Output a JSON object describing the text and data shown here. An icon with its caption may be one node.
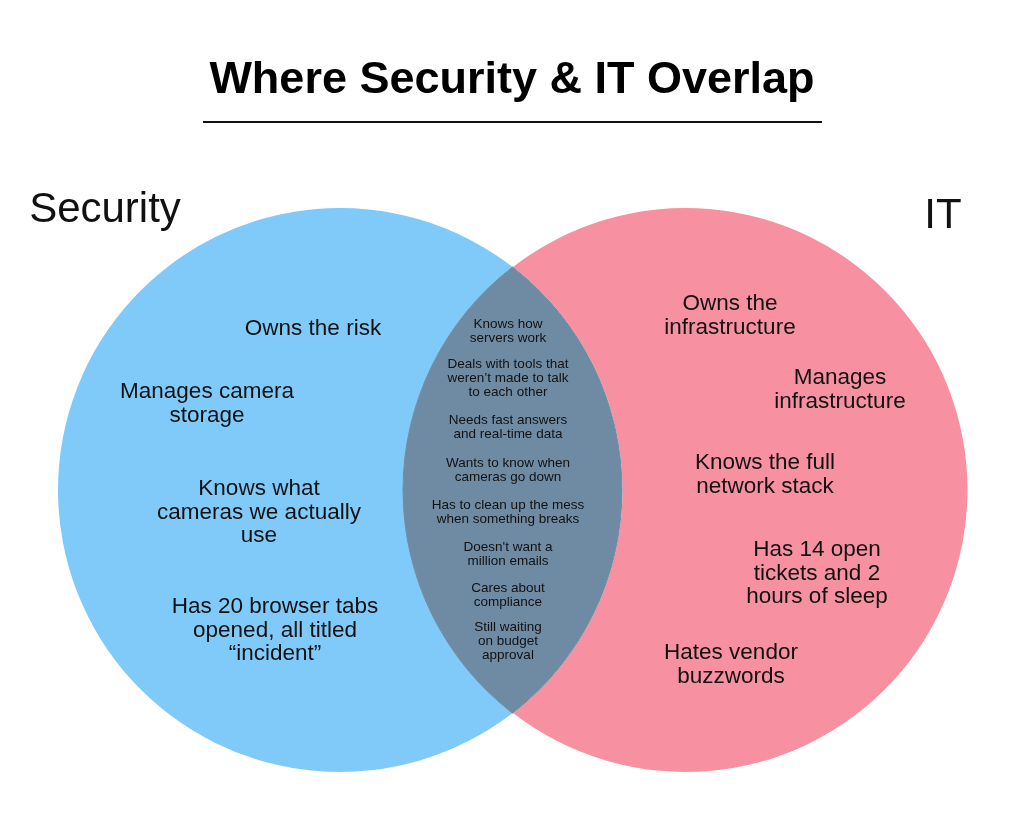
{
  "diagram": {
    "title": "Where Security & IT Overlap",
    "nodes": [
      {
        "text": [
          "Security",
          "Owns the risk",
          "Manages camera storage",
          "Knows what cameras we actually use",
          "Has 20 browser tabs opened, all titled “incident”"
        ]
      },
      {
        "text": [
          "IT",
          "Owns the infrastructure",
          "Manages infrastructure",
          "Knows the full network stack",
          "Has 14 open tickets and 2 hours of sleep",
          "Hates vendor buzzwords"
        ]
      },
      {
        "text": [
          "Knows how servers work",
          "Deals with tools that weren’t made to talk to each other",
          "Needs fast answers and real-time data",
          "Wants to know when cameras go down",
          "Has to clean up the mess when something breaks",
          "Doesn't want a million emails",
          "Cares about compliance",
          "Still waiting on budget approval"
        ]
      }
    ]
  }
}
